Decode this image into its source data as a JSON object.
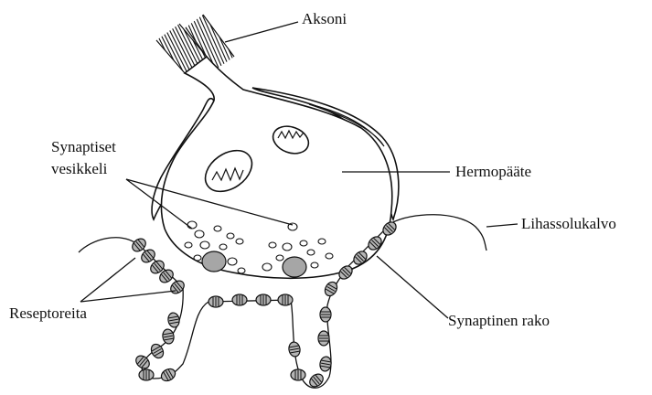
{
  "labels": {
    "aksoni": "Aksoni",
    "synaptiset_line1": "Synaptiset",
    "synaptiset_line2": "vesikkeli",
    "hermopaate": "Hermopääte",
    "lihassolukalvo": "Lihassolukalvo",
    "reseptoreita": "Reseptoreita",
    "synaptinen_rako": "Synaptinen rako"
  },
  "colors": {
    "line": "#111111",
    "receptor_fill": "#b5b5b5",
    "vesicle_large_fill": "#a6a6a6",
    "myelin_fill": "#c9c9c9",
    "background": "#ffffff"
  }
}
